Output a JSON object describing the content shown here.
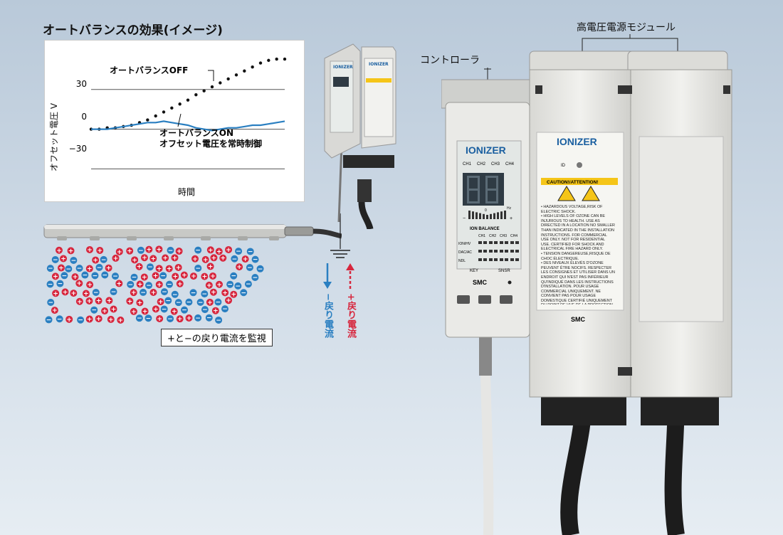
{
  "title": "オートバランスの効果(イメージ)",
  "chart_data": {
    "type": "line",
    "ylabel": "オフセット電圧 V",
    "xlabel": "時間",
    "yticks": [
      "30",
      "0",
      "−30"
    ],
    "ylim": [
      -40,
      60
    ],
    "series": [
      {
        "name": "オートバランスOFF",
        "style": "dotted-black",
        "values": [
          0,
          0,
          1,
          1,
          2,
          3,
          5,
          7,
          10,
          13,
          16,
          19,
          22,
          26,
          29,
          32,
          35,
          38,
          41,
          44,
          47,
          50,
          52,
          53,
          53
        ]
      },
      {
        "name": "オートバランスON",
        "style": "solid-blue",
        "values": [
          0,
          0,
          0,
          1,
          2,
          3,
          4,
          5,
          5,
          6,
          5,
          4,
          3,
          1,
          0,
          -1,
          0,
          1,
          1,
          2,
          3,
          3,
          4,
          5,
          6
        ]
      }
    ],
    "annotations": {
      "off_label": "オートバランスOFF",
      "on_label": "オートバランスON",
      "on_desc": "オフセット電圧を常時制御"
    },
    "colors": {
      "off": "#111111",
      "on": "#2a7fc1",
      "grid": "#555555"
    }
  },
  "callouts": {
    "monitor": "+と−の戻り電流を監視",
    "minus_return": "−戻り電流",
    "plus_return": "+戻り電流",
    "controller": "コントローラ",
    "hv_module": "高電圧電源モジュール"
  },
  "controller": {
    "brand": "IONIZER",
    "channels": [
      "CH1",
      "CH2",
      "CH3",
      "CH4"
    ],
    "hz": "Hz",
    "zero": "0",
    "minus": "−",
    "plus": "+",
    "ion_balance": "ION BALANCE",
    "rows": [
      "ION/HV",
      "DAC/AC",
      "NDL"
    ],
    "key": "KEY",
    "snsr": "SNSR",
    "logo": "SMC"
  },
  "module": {
    "brand": "IONIZER",
    "id_label": "ID",
    "caution": "CAUTION!/ATTENTION!",
    "warnings": [
      "• HAZARDOUS VOLTAGE,RISK OF ELECTRIC SHOCK.",
      "• HIGH LEVELS OF OZONE CAN BE INJURIOUS TO HEALTH. USE AS DIRECTED IN A LOCATION NO SMALLER THAN INDICATED IN THE INSTALLATION INSTRUCTIONS. FOR COMMERCIAL USE ONLY. NOT FOR RESIDENTIAL USE. CERTIFIED FOR SHOCK AND ELECTRICAL FIRE HAZARD ONLY.",
      "• TENSION DANGEREUSE,RISQUE DE CHOC ÉLECTRIQUE.",
      "• DES NIVEAUX ÉLEVÉS D'OZONE PEUVENT ÊTRE NOCIFS. RESPECTER LES CONSIGNES ET UTILISER DANS UN ENDROIT QUI N'EST PAS INFÉRIEUR QU'INDIQUÉ DANS LES INSTRUCTIONS D'INSTALLATION. POUR USAGE COMMERCIAL UNIQUEMENT. NE CONVIENT PAS POUR USAGE DOMESTIQUE CERTIFIÉ UNIQUEMENT DU POINT DE VUE DE LA PROTECTION CONTRE LES CHOCS ET LES INCENDIES D'ORIGINE ÉLECTRIQUE."
    ],
    "logo": "SMC"
  },
  "colors": {
    "plus": "#d7263d",
    "minus": "#2a7fc1",
    "panel": "#ececea",
    "caution": "#f5c518"
  }
}
